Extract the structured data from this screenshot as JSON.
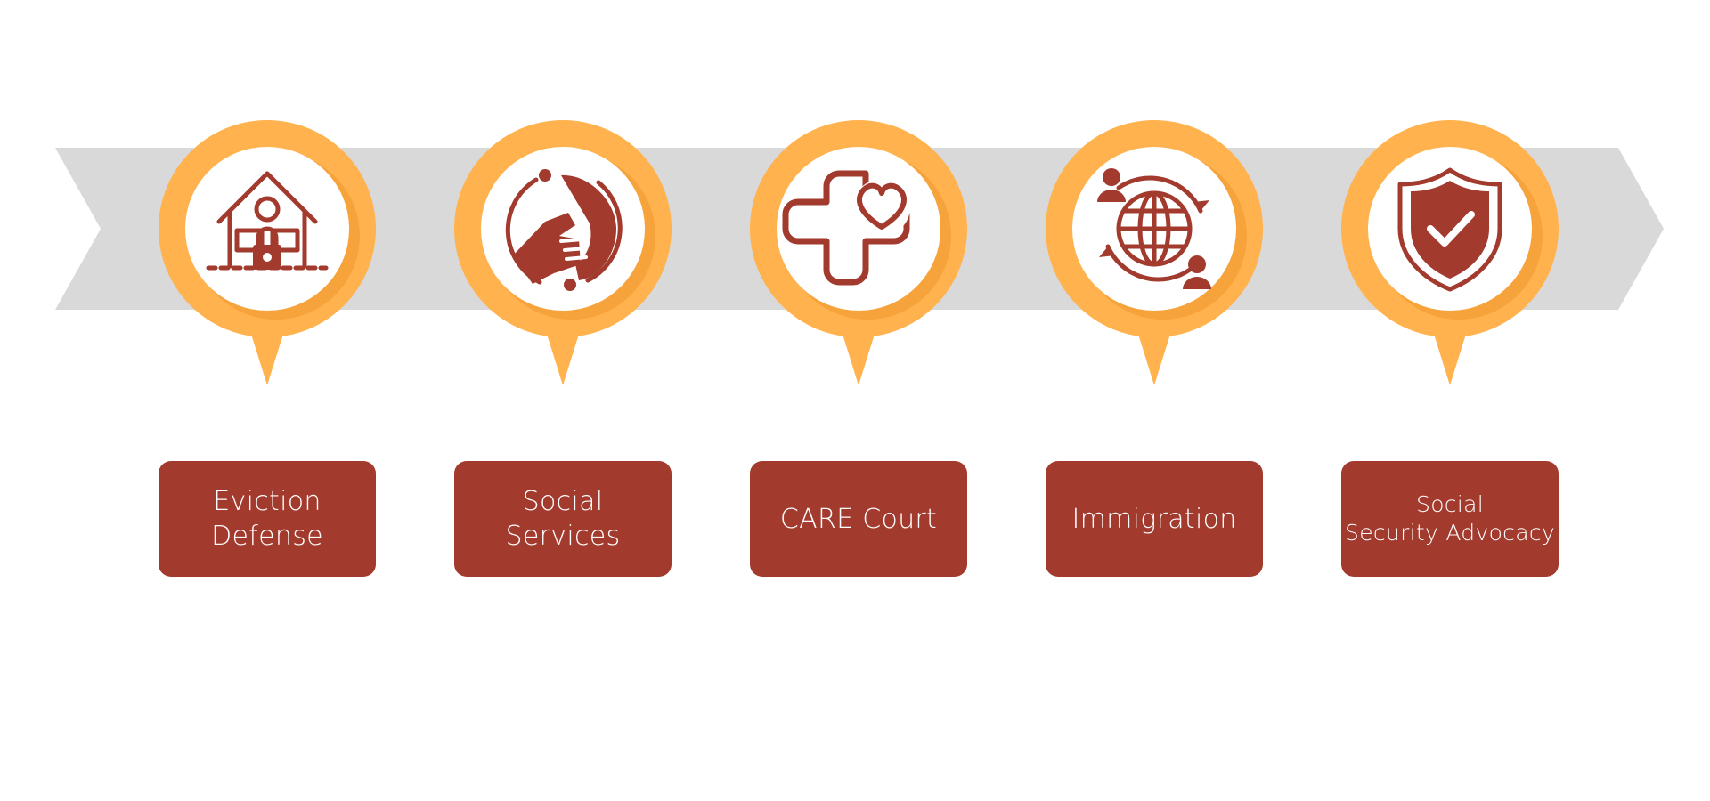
{
  "colors": {
    "pin_orange": "#ffb24d",
    "pin_orange_shadow": "#f0982f",
    "label_red": "#a23a2e",
    "icon_red": "#a23a2e",
    "arrow_gray": "#d9d9d9"
  },
  "items": [
    {
      "icon": "house-lock-icon",
      "label": "Eviction\nDefense"
    },
    {
      "icon": "helping-hands-icon",
      "label": "Social\nServices"
    },
    {
      "icon": "medical-cross-heart-icon",
      "label": "CARE Court"
    },
    {
      "icon": "globe-people-icon",
      "label": "Immigration"
    },
    {
      "icon": "shield-check-icon",
      "label": "Social\nSecurity Advocacy"
    }
  ]
}
